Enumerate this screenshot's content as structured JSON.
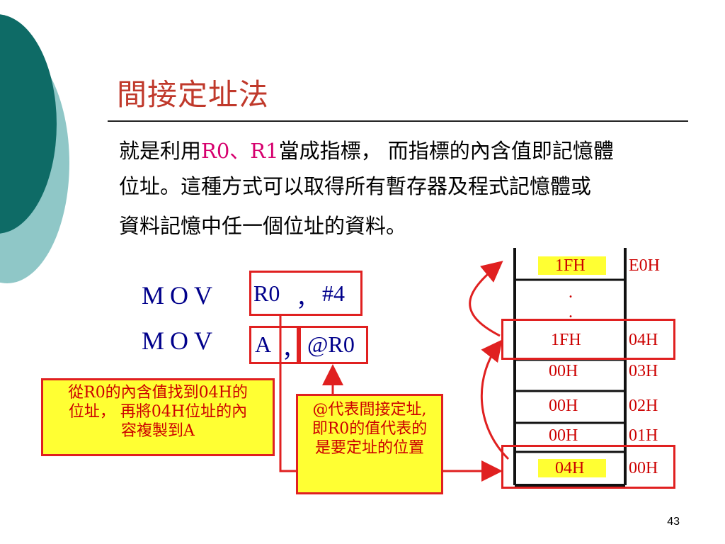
{
  "slide": {
    "title": "間接定址法",
    "para_line1_a": "就是利用",
    "para_line1_reg": "R0、R1",
    "para_line1_b": "當成指標， 而指標的內含值即記憶體",
    "para_line2": "位址。這種方式可以取得所有暫存器及程式記憶體或",
    "para_line3": "資料記憶中任一個位址的資料。",
    "page_number": "43"
  },
  "instructions": [
    {
      "mnemonic": "MOV",
      "operand1": "R0",
      "sep": "，",
      "operand2": "#4"
    },
    {
      "mnemonic": "MOV",
      "operand1": "A",
      "sep": "，",
      "operand2": "@R0"
    }
  ],
  "memory": {
    "top": {
      "value": "1FH",
      "address": "E0H"
    },
    "dots": [
      ".",
      "."
    ],
    "rows": [
      {
        "value": "1FH",
        "address": "04H"
      },
      {
        "value": "00H",
        "address": "03H"
      },
      {
        "value": "00H",
        "address": "02H"
      },
      {
        "value": "00H",
        "address": "01H"
      },
      {
        "value": "04H",
        "address": "00H"
      }
    ]
  },
  "notes": {
    "left": "從R0的內含值找到04H的位址，再將04H位址的內容複製到A",
    "left_lines": [
      "從R0的內含值找到04H的",
      "位址， 再將04H位址的內",
      "容複製到A"
    ],
    "middle_lines": [
      "@代表間接定址,",
      "即R0的值代表的",
      "是要定址的位置"
    ]
  },
  "colors": {
    "title": "#c0392b",
    "accent_red": "#e02020",
    "note_fill": "#ffff33",
    "instr_blue": "#00008b",
    "teal_dark": "#0e6b66",
    "teal_light": "#8fc7c7"
  }
}
